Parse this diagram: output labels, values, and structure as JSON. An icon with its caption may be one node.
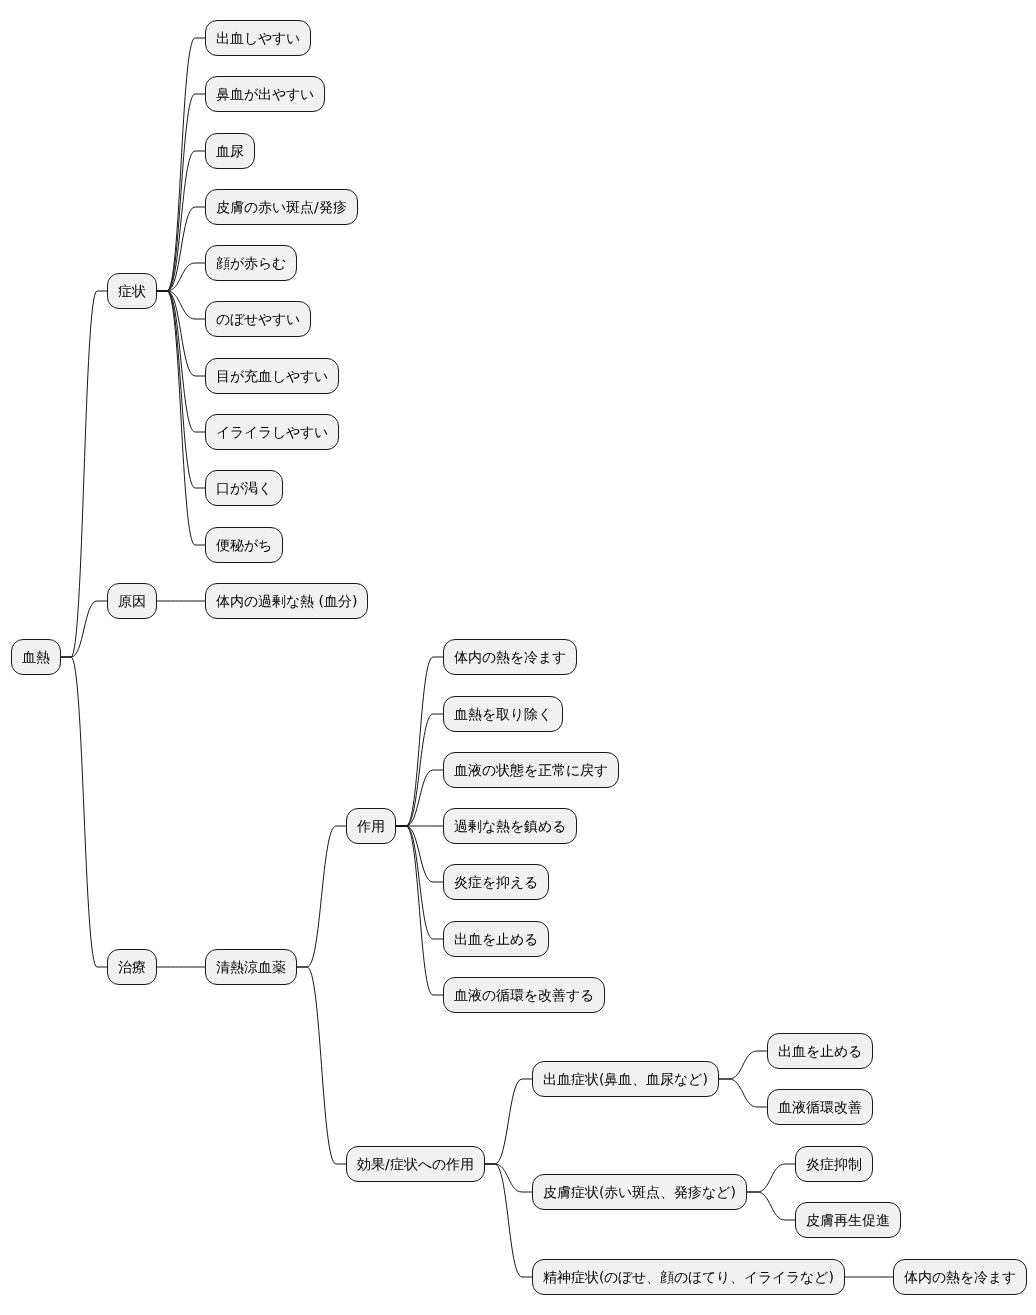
{
  "diagram": {
    "nodes": [
      {
        "text": [
          "血熱"
        ]
      },
      {
        "text": [
          "症状"
        ]
      },
      {
        "text": [
          "出血しやすい"
        ]
      },
      {
        "text": [
          "鼻血が出やすい"
        ]
      },
      {
        "text": [
          "血尿"
        ]
      },
      {
        "text": [
          "皮膚の赤い斑点/発疹"
        ]
      },
      {
        "text": [
          "顔が赤らむ"
        ]
      },
      {
        "text": [
          "のぼせやすい"
        ]
      },
      {
        "text": [
          "目が充血しやすい"
        ]
      },
      {
        "text": [
          "イライラしやすい"
        ]
      },
      {
        "text": [
          "口が渇く"
        ]
      },
      {
        "text": [
          "便秘がち"
        ]
      },
      {
        "text": [
          "原因"
        ]
      },
      {
        "text": [
          "体内の過剰な熱 (血分)"
        ]
      },
      {
        "text": [
          "治療"
        ]
      },
      {
        "text": [
          "清熱涼血薬"
        ]
      },
      {
        "text": [
          "作用"
        ]
      },
      {
        "text": [
          "体内の熱を冷ます"
        ]
      },
      {
        "text": [
          "血熱を取り除く"
        ]
      },
      {
        "text": [
          "血液の状態を正常に戻す"
        ]
      },
      {
        "text": [
          "過剰な熱を鎮める"
        ]
      },
      {
        "text": [
          "炎症を抑える"
        ]
      },
      {
        "text": [
          "出血を止める"
        ]
      },
      {
        "text": [
          "血液の循環を改善する"
        ]
      },
      {
        "text": [
          "効果/症状への作用"
        ]
      },
      {
        "text": [
          "出血症状(鼻血、血尿など)"
        ]
      },
      {
        "text": [
          "出血を止める"
        ]
      },
      {
        "text": [
          "血液循環改善"
        ]
      },
      {
        "text": [
          "皮膚症状(赤い斑点、発疹など)"
        ]
      },
      {
        "text": [
          "炎症抑制"
        ]
      },
      {
        "text": [
          "皮膚再生促進"
        ]
      },
      {
        "text": [
          "精神症状(のぼせ、顔のほてり、イライラなど)"
        ]
      },
      {
        "text": [
          "体内の熱を冷ます"
        ]
      }
    ],
    "edges": [
      {
        "from": 0,
        "to": 1,
        "arrow": "none"
      },
      {
        "from": 1,
        "to": 2,
        "arrow": "none"
      },
      {
        "from": 1,
        "to": 3,
        "arrow": "none"
      },
      {
        "from": 1,
        "to": 4,
        "arrow": "none"
      },
      {
        "from": 1,
        "to": 5,
        "arrow": "none"
      },
      {
        "from": 1,
        "to": 6,
        "arrow": "none"
      },
      {
        "from": 1,
        "to": 7,
        "arrow": "none"
      },
      {
        "from": 1,
        "to": 8,
        "arrow": "none"
      },
      {
        "from": 1,
        "to": 9,
        "arrow": "none"
      },
      {
        "from": 1,
        "to": 10,
        "arrow": "none"
      },
      {
        "from": 1,
        "to": 11,
        "arrow": "none"
      },
      {
        "from": 0,
        "to": 12,
        "arrow": "none"
      },
      {
        "from": 12,
        "to": 13,
        "arrow": "none"
      },
      {
        "from": 0,
        "to": 14,
        "arrow": "none"
      },
      {
        "from": 14,
        "to": 15,
        "arrow": "none"
      },
      {
        "from": 15,
        "to": 16,
        "arrow": "none"
      },
      {
        "from": 16,
        "to": 17,
        "arrow": "none"
      },
      {
        "from": 16,
        "to": 18,
        "arrow": "none"
      },
      {
        "from": 16,
        "to": 19,
        "arrow": "none"
      },
      {
        "from": 16,
        "to": 20,
        "arrow": "none"
      },
      {
        "from": 16,
        "to": 21,
        "arrow": "none"
      },
      {
        "from": 16,
        "to": 22,
        "arrow": "none"
      },
      {
        "from": 16,
        "to": 23,
        "arrow": "none"
      },
      {
        "from": 15,
        "to": 24,
        "arrow": "none"
      },
      {
        "from": 24,
        "to": 25,
        "arrow": "none"
      },
      {
        "from": 25,
        "to": 26,
        "arrow": "none"
      },
      {
        "from": 25,
        "to": 27,
        "arrow": "none"
      },
      {
        "from": 24,
        "to": 28,
        "arrow": "none"
      },
      {
        "from": 28,
        "to": 29,
        "arrow": "none"
      },
      {
        "from": 28,
        "to": 30,
        "arrow": "none"
      },
      {
        "from": 24,
        "to": 31,
        "arrow": "none"
      },
      {
        "from": 31,
        "to": 32,
        "arrow": "none"
      }
    ]
  }
}
